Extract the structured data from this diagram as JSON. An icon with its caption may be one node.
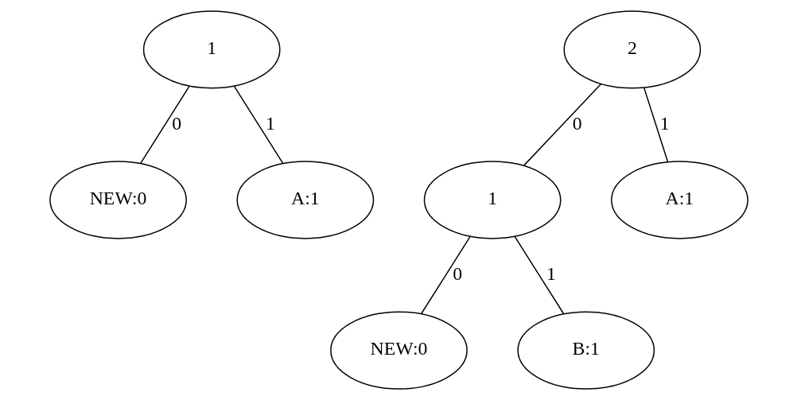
{
  "diagram": {
    "nodes": [
      {
        "text": [
          "1"
        ]
      },
      {
        "text": [
          "NEW:0"
        ]
      },
      {
        "text": [
          "A:1"
        ]
      },
      {
        "text": [
          "2"
        ]
      },
      {
        "text": [
          "1"
        ]
      },
      {
        "text": [
          "A:1"
        ]
      },
      {
        "text": [
          "NEW:0"
        ]
      },
      {
        "text": [
          "B:1"
        ]
      }
    ],
    "edges": [
      {
        "from": 0,
        "to": 1,
        "arrow": "none",
        "label": "0"
      },
      {
        "from": 0,
        "to": 2,
        "arrow": "none",
        "label": "1"
      },
      {
        "from": 3,
        "to": 4,
        "arrow": "none",
        "label": "0"
      },
      {
        "from": 3,
        "to": 5,
        "arrow": "none",
        "label": "1"
      },
      {
        "from": 4,
        "to": 6,
        "arrow": "none",
        "label": "0"
      },
      {
        "from": 4,
        "to": 7,
        "arrow": "none",
        "label": "1"
      }
    ]
  }
}
